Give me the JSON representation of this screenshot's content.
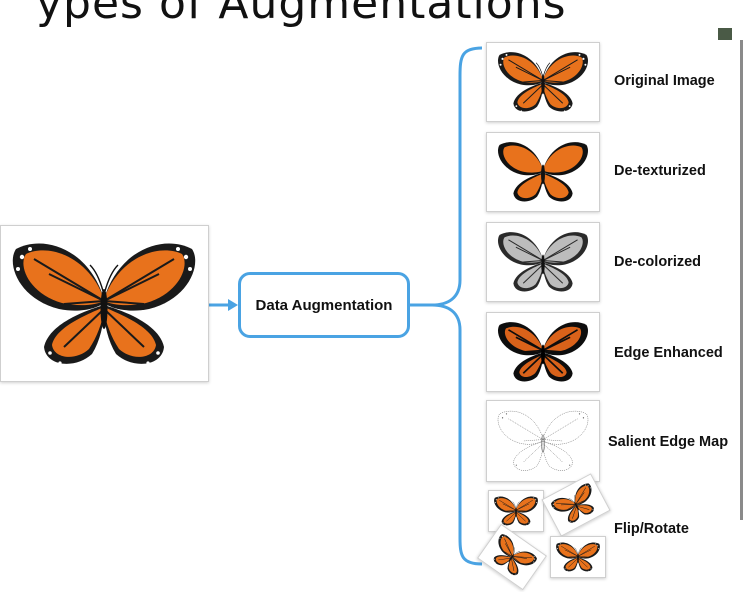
{
  "header": {
    "title_fragment": "ypes of Augmentations"
  },
  "process": {
    "label": "Data Augmentation"
  },
  "outputs": [
    {
      "label": "Original Image"
    },
    {
      "label": "De-texturized"
    },
    {
      "label": "De-colorized"
    },
    {
      "label": "Edge Enhanced"
    },
    {
      "label": "Salient Edge Map"
    },
    {
      "label": "Flip/Rotate"
    }
  ],
  "colors": {
    "connector": "#4aa3e3",
    "wing_orange": "#e8721c",
    "wing_black": "#1a1a1a",
    "gray_wing": "#b5b5b5"
  }
}
